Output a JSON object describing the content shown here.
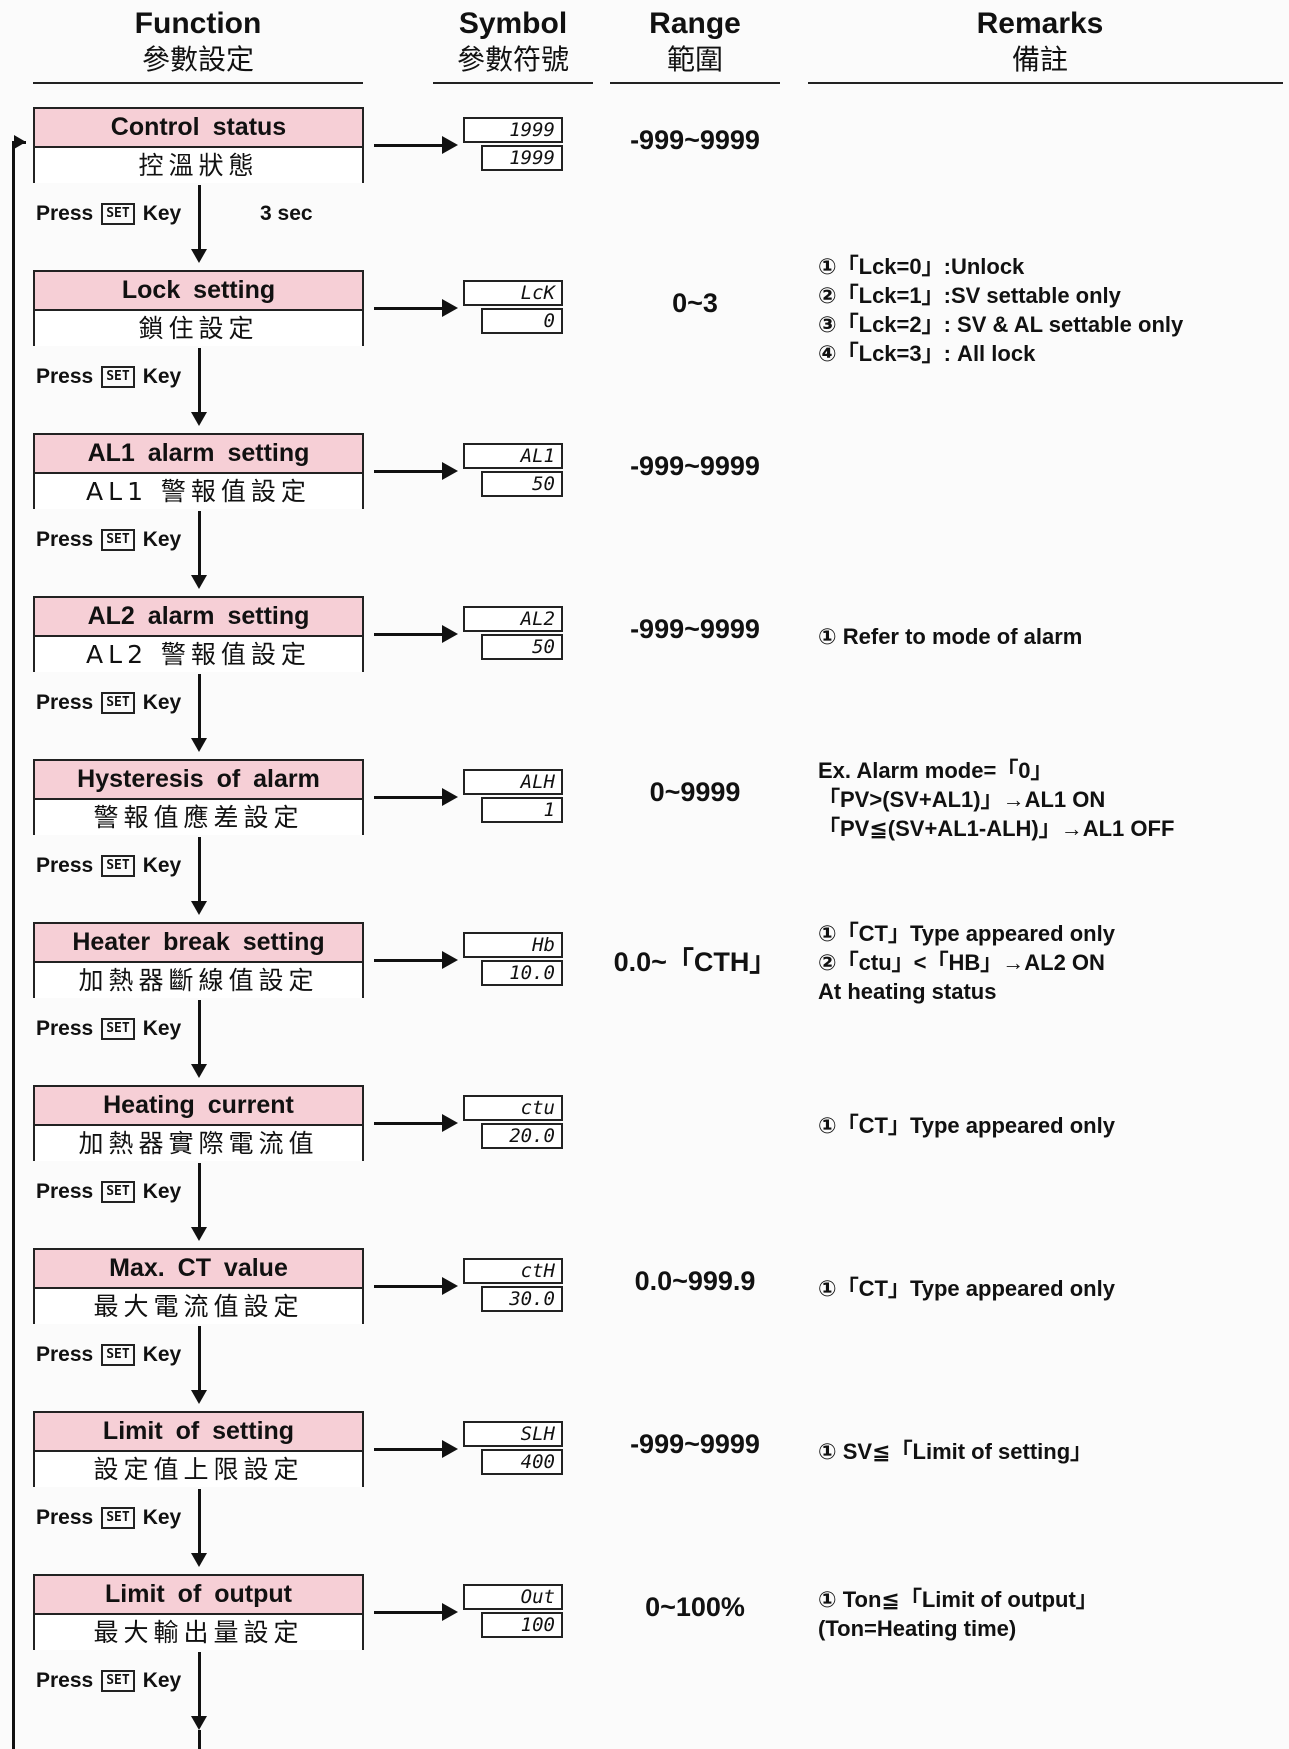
{
  "headers": {
    "function": {
      "en": "Function",
      "zh": "參數設定"
    },
    "symbol": {
      "en": "Symbol",
      "zh": "參數符號"
    },
    "range": {
      "en": "Range",
      "zh": "範圍"
    },
    "remarks": {
      "en": "Remarks",
      "zh": "備註"
    }
  },
  "press_label": "Press",
  "key_label": "Key",
  "set_key_text": "SET",
  "rows": [
    {
      "en": "Control status",
      "zh": "控溫狀態",
      "sym1": "1999",
      "sym2": "1999",
      "range": "-999~9999",
      "press_extra": "3 sec",
      "remarks": []
    },
    {
      "en": "Lock setting",
      "zh": "鎖住設定",
      "sym1": "LcK",
      "sym2": "0",
      "range": "0~3",
      "remarks": [
        "①「Lck=0」:Unlock",
        "②「Lck=1」:SV settable only",
        "③「Lck=2」: SV & AL settable only",
        "④「Lck=3」: All lock"
      ]
    },
    {
      "en": "AL1 alarm setting",
      "zh": "AL1 警報值設定",
      "sym1": "AL1",
      "sym2": "50",
      "range": "-999~9999",
      "remarks": []
    },
    {
      "en": "AL2 alarm setting",
      "zh": "AL2 警報值設定",
      "sym1": "AL2",
      "sym2": "50",
      "range": "-999~9999",
      "remarks": [
        "① Refer to mode of alarm"
      ]
    },
    {
      "en": "Hysteresis of alarm",
      "zh": "警報值應差設定",
      "sym1": "ALH",
      "sym2": "1",
      "range": "0~9999",
      "remarks": [
        "Ex. Alarm mode=「0」",
        "「PV>(SV+AL1)」→AL1 ON",
        "「PV≦(SV+AL1-ALH)」→AL1 OFF"
      ]
    },
    {
      "en": "Heater break setting",
      "zh": "加熱器斷線值設定",
      "sym1": "Hb",
      "sym2": "10.0",
      "range": "0.0~「CTH」",
      "remarks": [
        "①「CT」Type appeared only",
        "②「ctu」<「HB」→AL2 ON",
        "At heating status"
      ]
    },
    {
      "en": "Heating current",
      "zh": "加熱器實際電流值",
      "sym1": "ctu",
      "sym2": "20.0",
      "range": "",
      "remarks": [
        "①「CT」Type appeared only"
      ]
    },
    {
      "en": "Max. CT value",
      "zh": "最大電流值設定",
      "sym1": "ctH",
      "sym2": "30.0",
      "range": "0.0~999.9",
      "remarks": [
        "①「CT」Type appeared only"
      ]
    },
    {
      "en": "Limit of setting",
      "zh": "設定值上限設定",
      "sym1": "SLH",
      "sym2": "400",
      "range": "-999~9999",
      "remarks": [
        "① SV≦「Limit of setting」"
      ]
    },
    {
      "en": "Limit of output",
      "zh": "最大輸出量設定",
      "sym1": "Out",
      "sym2": "100",
      "range": "0~100%",
      "remarks": [
        "① Ton≦「Limit of output」",
        "(Ton=Heating time)"
      ]
    }
  ]
}
